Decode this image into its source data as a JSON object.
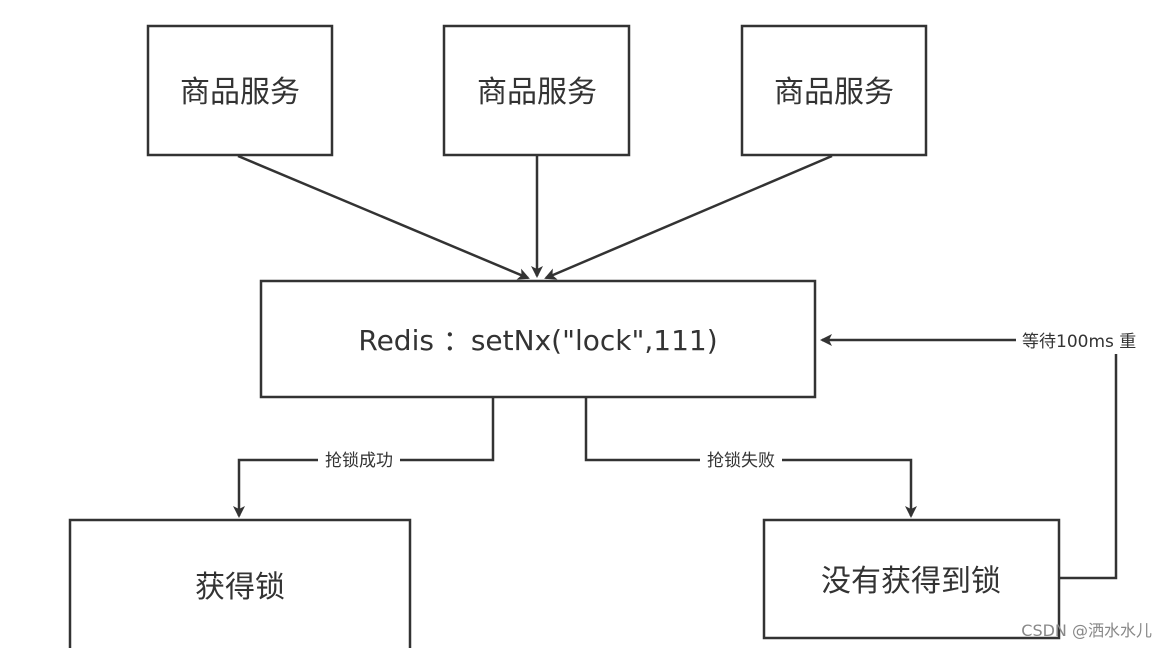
{
  "nodes": {
    "service_1": "商品服务",
    "service_2": "商品服务",
    "service_3": "商品服务",
    "redis": "Redis ：setNx(\"lock\",111)",
    "got_lock": "获得锁",
    "no_lock": "没有获得到锁"
  },
  "edges": {
    "success": "抢锁成功",
    "fail": "抢锁失败",
    "retry": "等待100ms 重"
  },
  "watermark": "CSDN @洒水水儿"
}
